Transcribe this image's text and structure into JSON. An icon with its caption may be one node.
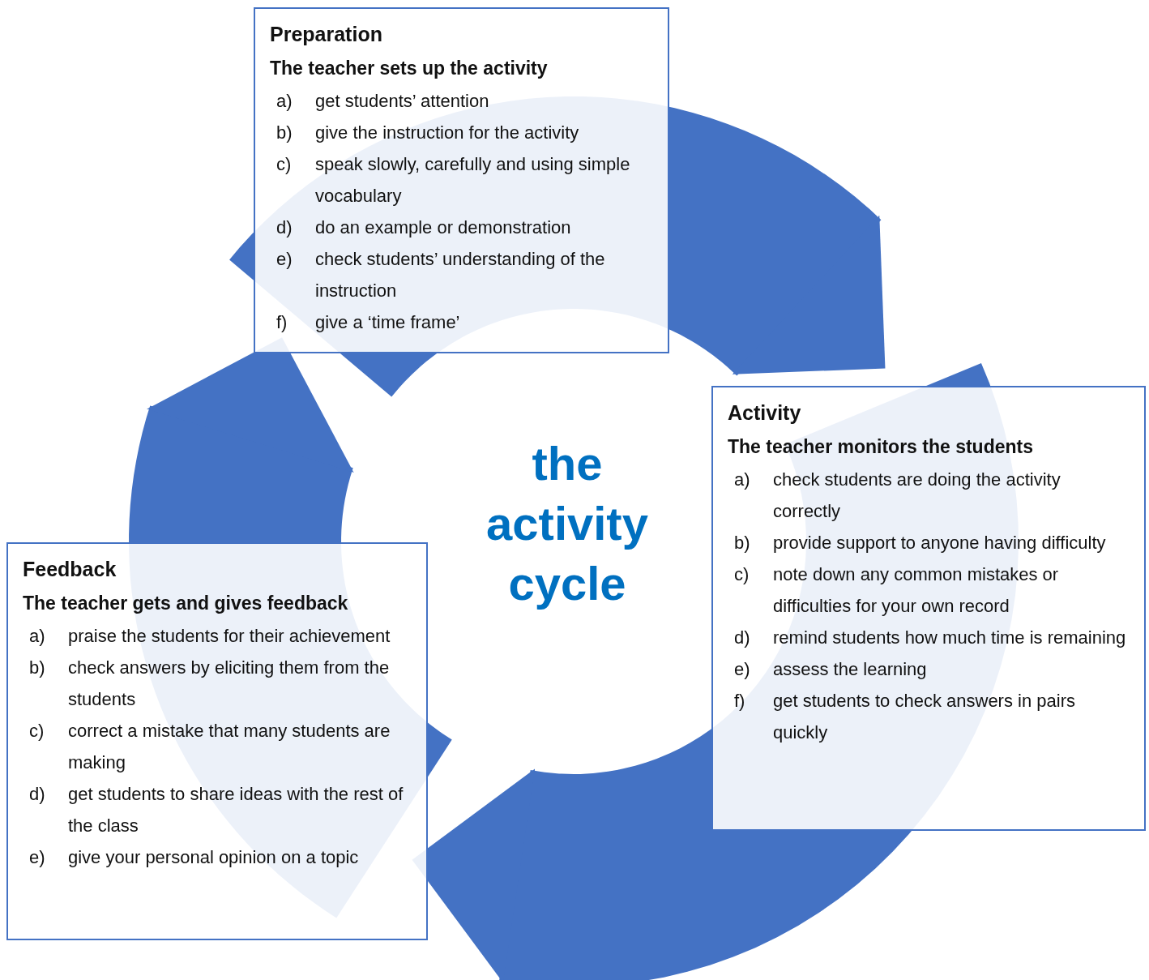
{
  "diagram": {
    "title": "the activity cycle",
    "nodes": [
      {
        "text": [
          "Preparation",
          "The teacher sets up the activity",
          "a) get students’ attention",
          "b) give the instruction for the activity",
          "c) speak slowly, carefully and using simple vocabulary",
          "d) do an example or demonstration",
          "e) check students’ understanding of the instruction",
          "f) give a ‘time frame’"
        ]
      },
      {
        "text": [
          "Activity",
          "The teacher monitors the students",
          "a) check students are doing the activity correctly",
          "b) provide support to anyone having difficulty",
          "c) note down any common mistakes or difficulties for your own record",
          "d) remind students how much time is remaining",
          "e) assess the learning",
          "f) get students to check answers in pairs quickly"
        ]
      },
      {
        "text": [
          "Feedback",
          "The teacher gets and gives feedback",
          "a) praise the students for their achievement",
          "b) check answers by eliciting them from the students",
          "c) correct a mistake that many students are making",
          "d) get students to share ideas with the rest of the class",
          "e) give your personal opinion on a topic"
        ]
      }
    ],
    "edges": [
      {
        "from": 0,
        "to": 1,
        "arrow": "to"
      },
      {
        "from": 1,
        "to": 2,
        "arrow": "to"
      },
      {
        "from": 2,
        "to": 0,
        "arrow": "to"
      }
    ]
  }
}
